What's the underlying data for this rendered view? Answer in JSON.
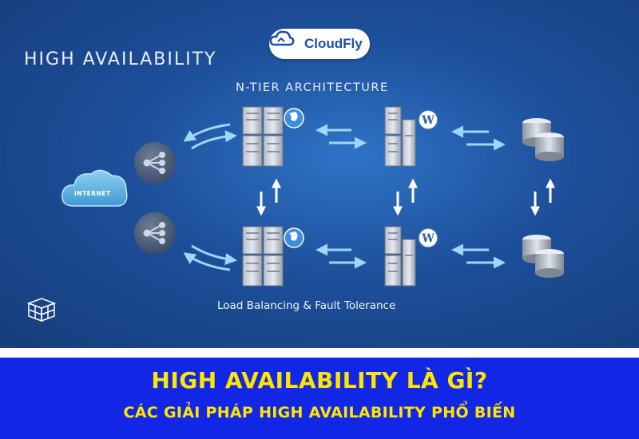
{
  "brand": {
    "name": "CloudFly",
    "color": "#1c4fa8"
  },
  "diagram": {
    "title": "HIGH AVAILABILITY",
    "subtitle": "N-TIER ARCHITECTURE",
    "caption": "Load Balancing & Fault Tolerance",
    "internet_label": "INTERNET",
    "nodes": [
      {
        "id": "internet",
        "kind": "cloud",
        "icon": "cloud-icon"
      },
      {
        "id": "lb-1",
        "kind": "load-balancer",
        "icon": "share-icon"
      },
      {
        "id": "lb-2",
        "kind": "load-balancer",
        "icon": "share-icon"
      },
      {
        "id": "web-1",
        "kind": "server",
        "icon": "globe-icon"
      },
      {
        "id": "web-2",
        "kind": "server",
        "icon": "globe-icon"
      },
      {
        "id": "app-1",
        "kind": "server",
        "icon": "wordpress-icon"
      },
      {
        "id": "app-2",
        "kind": "server",
        "icon": "wordpress-icon"
      },
      {
        "id": "db-1",
        "kind": "database",
        "icon": "database-icon"
      },
      {
        "id": "db-2",
        "kind": "database",
        "icon": "database-icon"
      }
    ],
    "connections": [
      {
        "from": "lb-1",
        "to": "web-1",
        "direction": "bidirectional"
      },
      {
        "from": "lb-2",
        "to": "web-2",
        "direction": "bidirectional"
      },
      {
        "from": "web-1",
        "to": "app-1",
        "direction": "bidirectional"
      },
      {
        "from": "web-2",
        "to": "app-2",
        "direction": "bidirectional"
      },
      {
        "from": "app-1",
        "to": "db-1",
        "direction": "bidirectional"
      },
      {
        "from": "app-2",
        "to": "db-2",
        "direction": "bidirectional"
      },
      {
        "from": "web-1",
        "to": "web-2",
        "direction": "bidirectional"
      },
      {
        "from": "app-1",
        "to": "app-2",
        "direction": "bidirectional"
      },
      {
        "from": "db-1",
        "to": "db-2",
        "direction": "bidirectional"
      }
    ]
  },
  "banner": {
    "title": "HIGH AVAILABILITY LÀ GÌ?",
    "subtitle": "CÁC GIẢI PHÁP HIGH AVAILABILITY PHỔ BIẾN",
    "background": "#1226e6",
    "text_color": "#ffe600"
  }
}
